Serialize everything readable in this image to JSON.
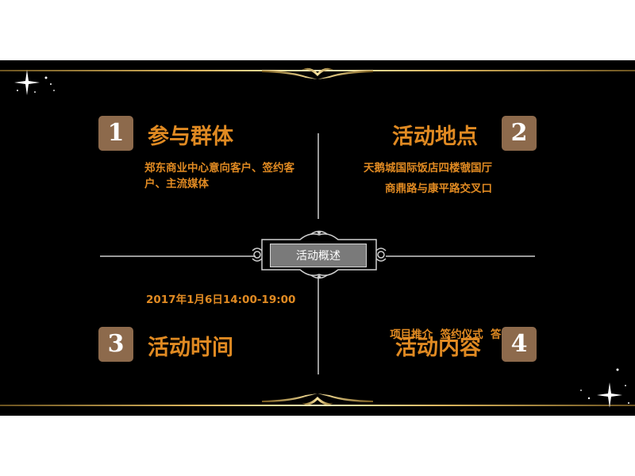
{
  "sections": [
    {
      "number": "1",
      "title": "参与群体",
      "lines": [
        "郑东商业中心意向客户、签约客",
        "户、主流媒体"
      ]
    },
    {
      "number": "2",
      "title": "活动地点",
      "lines": [
        "天鹅城国际饭店四楼虢国厅",
        "商鼎路与康平路交叉口"
      ]
    },
    {
      "number": "3",
      "title": "活动时间",
      "lines": [
        "2017年1月6日14:00-19:00"
      ]
    },
    {
      "number": "4",
      "title": "活动内容",
      "lines": [
        "项目推介  签约仪式  答谢晚宴"
      ]
    }
  ],
  "center": {
    "label": "活动概述"
  },
  "colors": {
    "accent": "#e08a22",
    "badge": "#8d6a4c",
    "background": "#000000",
    "gold": "#d9b45c"
  }
}
